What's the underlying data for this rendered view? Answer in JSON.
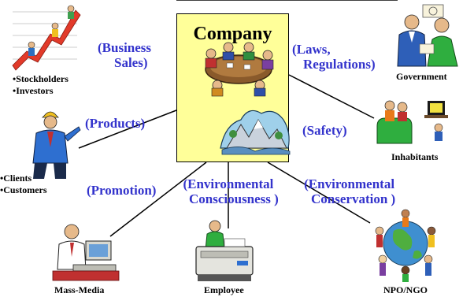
{
  "company": {
    "title": "Company"
  },
  "relations": {
    "business_sales": [
      "(Business",
      "Sales)"
    ],
    "laws_regulations": [
      "(Laws,",
      "Regulations)"
    ],
    "products": "(Products)",
    "safety": "(Safety)",
    "promotion": "(Promotion)",
    "environmental_consciousness": [
      "(Environmental",
      "Consciousness )"
    ],
    "environmental_conservation": [
      "(Environmental",
      "Conservation )"
    ]
  },
  "stakeholders": {
    "stockholders": [
      "•Stockholders",
      "•Investors"
    ],
    "government": "Government",
    "inhabitants": "Inhabitants",
    "clients": [
      "•Clients",
      "•Customers"
    ],
    "mass_media": "Mass-Media",
    "employee": "Employee",
    "npo_ngo": "NPO/NGO"
  },
  "colors": {
    "label": "#3333cc",
    "company_fill": "#ffff99",
    "line": "#000000"
  }
}
